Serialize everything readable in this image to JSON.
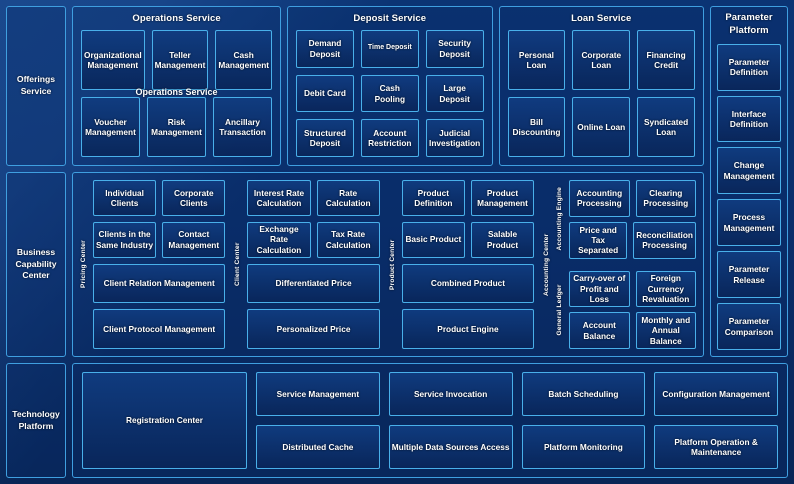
{
  "bands": {
    "offerings": {
      "rail_label": "Offerings Service",
      "groups": [
        {
          "title": "Operations Service",
          "duplicate_title": "Operations Service",
          "rows": [
            [
              "Organizational Management",
              "Teller Management",
              "Cash Management"
            ],
            [
              "Voucher Management",
              "Risk Management",
              "Ancillary Transaction"
            ]
          ]
        },
        {
          "title": "Deposit Service",
          "rows": [
            [
              "Demand Deposit",
              "Time Deposit",
              "Security Deposit"
            ],
            [
              "Debit Card",
              "Cash Pooling",
              "Large Deposit"
            ],
            [
              "Structured Deposit",
              "Account Restriction",
              "Judicial Investigation"
            ]
          ]
        },
        {
          "title": "Loan Service",
          "rows": [
            [
              "Personal Loan",
              "Corporate Loan",
              "Financing Credit"
            ],
            [
              "Bill Discounting",
              "Online Loan",
              "Syndicated Loan"
            ]
          ]
        }
      ]
    },
    "parameter_platform": {
      "title": "Parameter Platform",
      "items": [
        "Parameter Definition",
        "Interface Definition",
        "Change Management",
        "Process Management",
        "Parameter Release",
        "Parameter Comparison"
      ]
    },
    "business_capability": {
      "rail_label": "Business Capability Center",
      "groups": [
        {
          "vlabel": "Pricing Center",
          "rows": [
            [
              "Individual Clients",
              "Corporate Clients"
            ],
            [
              "Clients in the Same Industry",
              "Contact Management"
            ]
          ],
          "full_rows": [
            "Client Relation Management",
            "Client Protocol Management"
          ]
        },
        {
          "vlabel": "Client Center",
          "rows": [
            [
              "Interest Rate Calculation",
              "Rate Calculation"
            ],
            [
              "Exchange Rate Calculation",
              "Tax Rate Calculation"
            ]
          ],
          "full_rows": [
            "Differentiated Price",
            "Personalized Price"
          ]
        },
        {
          "vlabel": "Product Center",
          "rows": [
            [
              "Product Definition",
              "Product Management"
            ],
            [
              "Basic Product",
              "Salable Product"
            ]
          ],
          "full_rows": [
            "Combined Product",
            "Product Engine"
          ]
        }
      ],
      "accounting": {
        "vlabel": "Accounting Center",
        "subgroups": [
          {
            "vlabel": "Accounting Engine",
            "rows": [
              [
                "Accounting Processing",
                "Clearing Processing"
              ],
              [
                "Price and Tax Separated",
                "Reconciliation Processing"
              ]
            ]
          },
          {
            "vlabel": "General Ledger",
            "rows": [
              [
                "Carry-over of Profit and Loss",
                "Foreign Currency Revaluation"
              ],
              [
                "Account Balance",
                "Monthly and Annual Balance"
              ]
            ]
          }
        ]
      }
    },
    "technology": {
      "rail_label": "Technology Platform",
      "registration": "Registration Center",
      "columns": [
        [
          "Service Management",
          "Distributed Cache"
        ],
        [
          "Service Invocation",
          "Multiple Data Sources Access"
        ],
        [
          "Batch Scheduling",
          "Platform Monitoring"
        ],
        [
          "Configuration Management",
          "Platform Operation & Maintenance"
        ]
      ]
    }
  },
  "colors": {
    "background_navy": "#0a2f6e",
    "panel_border": "#3f9fe0",
    "leaf_border": "#49b0ea",
    "text": "#ffffff"
  }
}
